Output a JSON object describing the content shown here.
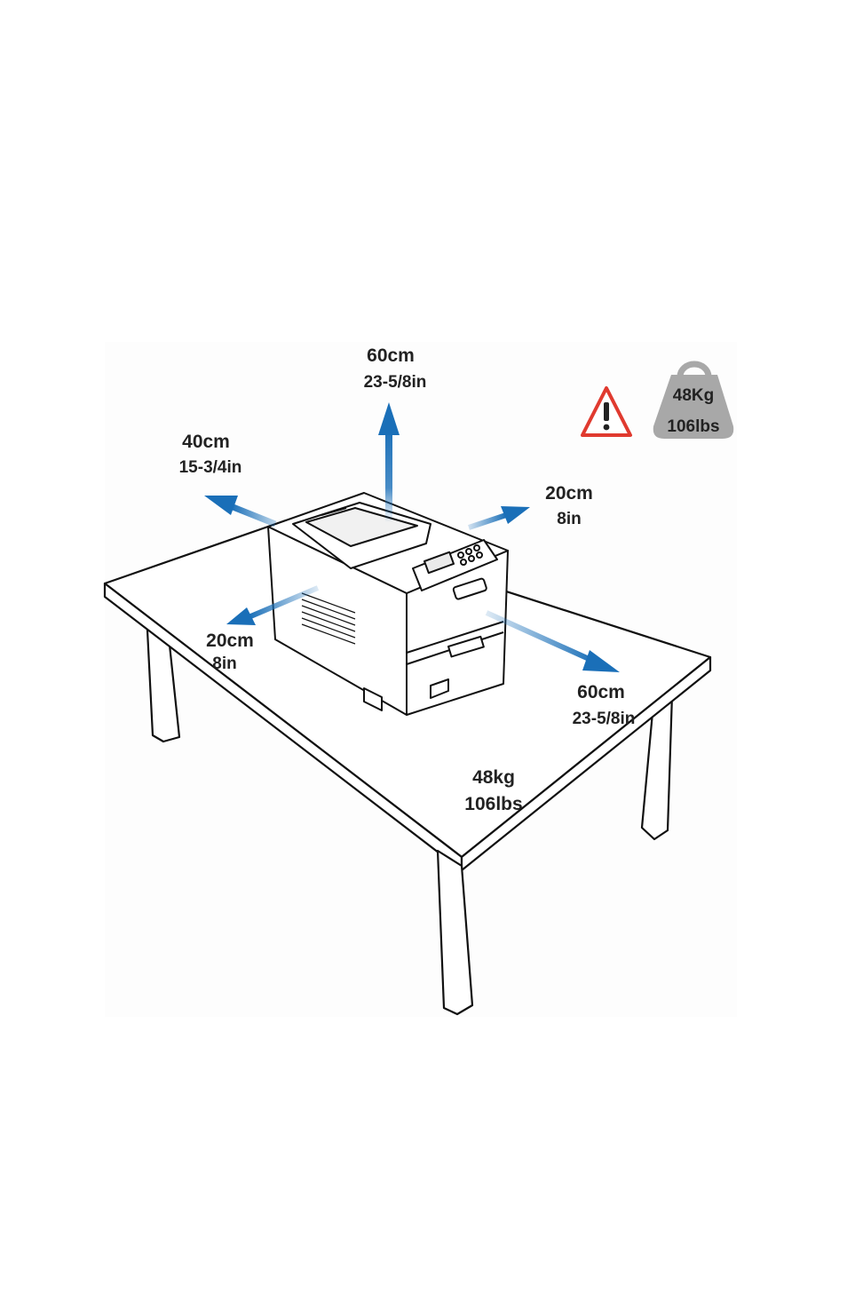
{
  "clearances": {
    "top": {
      "metric": "60cm",
      "imperial": "23-5/8in"
    },
    "back": {
      "metric": "40cm",
      "imperial": "15-3/4in"
    },
    "right": {
      "metric": "20cm",
      "imperial": "8in"
    },
    "left": {
      "metric": "20cm",
      "imperial": "8in"
    },
    "front": {
      "metric": "60cm",
      "imperial": "23-5/8in"
    }
  },
  "weight_icon": {
    "metric": "48Kg",
    "imperial": "106lbs"
  },
  "table_weight": {
    "metric": "48kg",
    "imperial": "106lbs"
  },
  "icons": [
    "warning-icon",
    "weight-icon"
  ],
  "colors": {
    "arrow": "#1a6fb8",
    "warning": "#e03a2f",
    "weight": "#a8a8a8"
  }
}
